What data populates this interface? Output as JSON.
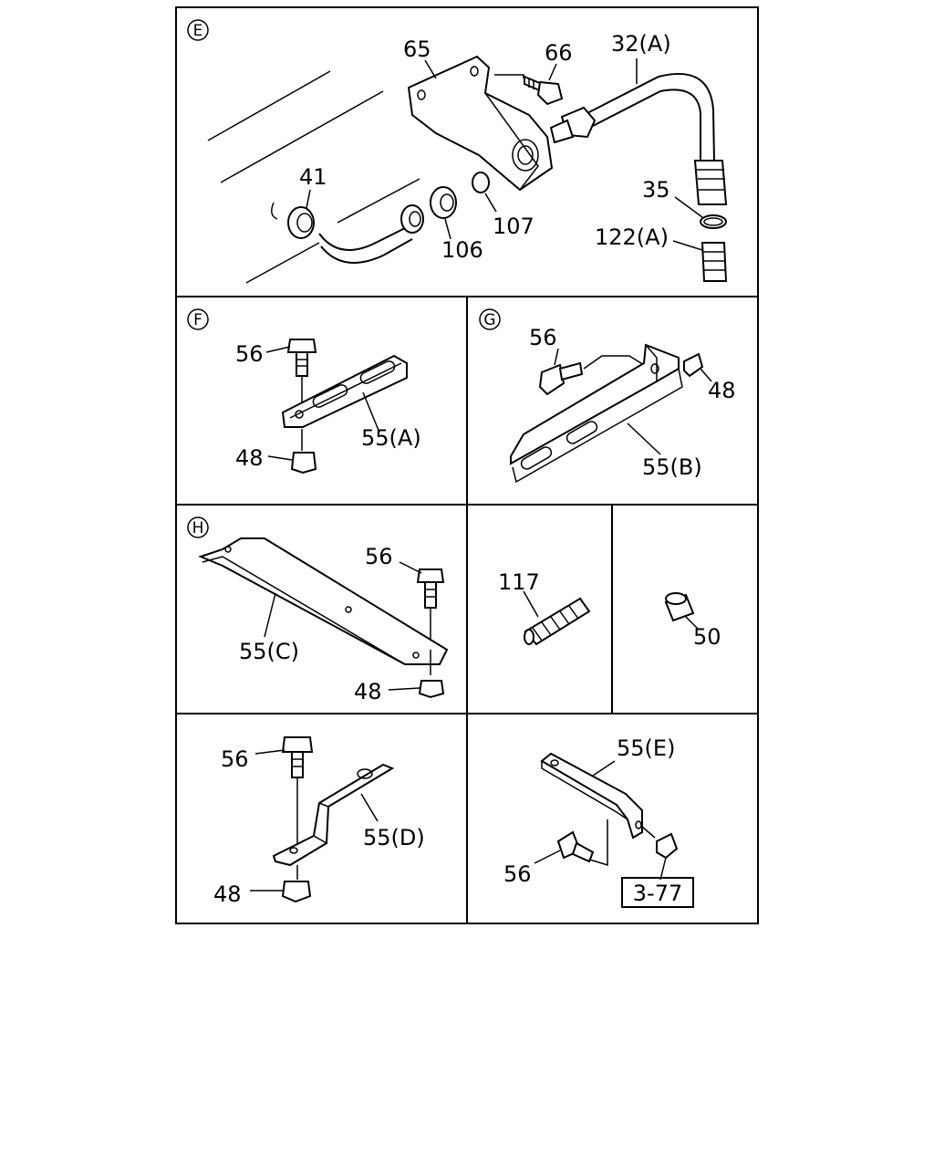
{
  "sections": {
    "E": {
      "marker": "E",
      "labels": {
        "p65": "65",
        "p66": "66",
        "p32a": "32(A)",
        "p41": "41",
        "p107": "107",
        "p106": "106",
        "p35": "35",
        "p122a": "122(A)"
      }
    },
    "F": {
      "marker": "F",
      "labels": {
        "p56": "56",
        "p55a": "55(A)",
        "p48": "48"
      }
    },
    "G": {
      "marker": "G",
      "labels": {
        "p56": "56",
        "p48": "48",
        "p55b": "55(B)"
      }
    },
    "H": {
      "marker": "H",
      "labels": {
        "p56": "56",
        "p55c": "55(C)",
        "p48": "48"
      }
    },
    "spring": {
      "labels": {
        "p117": "117"
      }
    },
    "collar": {
      "labels": {
        "p50": "50"
      }
    },
    "D": {
      "labels": {
        "p56": "56",
        "p55d": "55(D)",
        "p48": "48"
      }
    },
    "Epart": {
      "labels": {
        "p55e": "55(E)",
        "p56": "56",
        "ref": "3-77"
      }
    }
  }
}
